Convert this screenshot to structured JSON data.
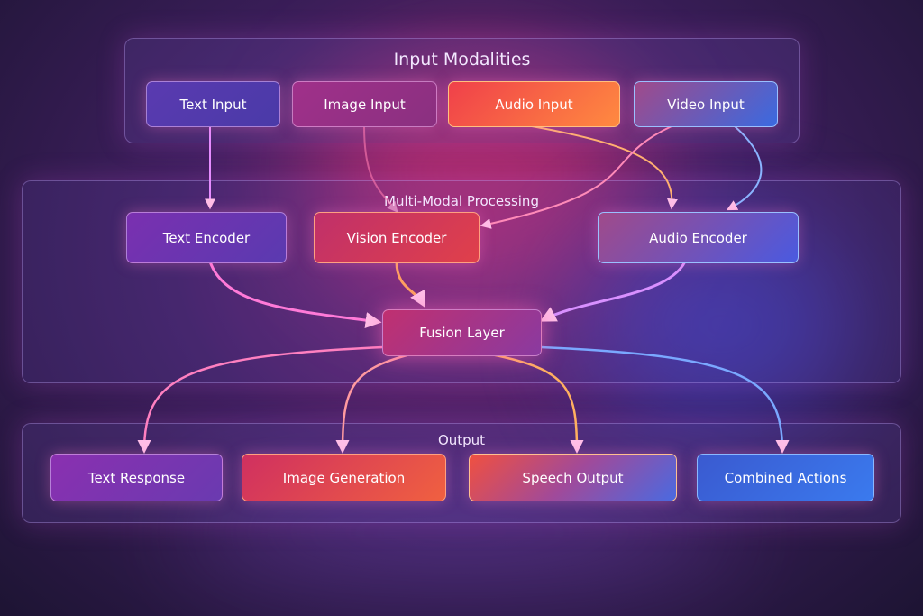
{
  "input": {
    "title": "Input Modalities",
    "items": [
      "Text Input",
      "Image Input",
      "Audio Input",
      "Video Input"
    ]
  },
  "processing": {
    "title": "Multi-Modal Processing",
    "encoders": [
      "Text Encoder",
      "Vision Encoder",
      "Audio Encoder"
    ],
    "fusion": "Fusion Layer"
  },
  "output": {
    "title": "Output",
    "items": [
      "Text Response",
      "Image Generation",
      "Speech Output",
      "Combined Actions"
    ]
  }
}
